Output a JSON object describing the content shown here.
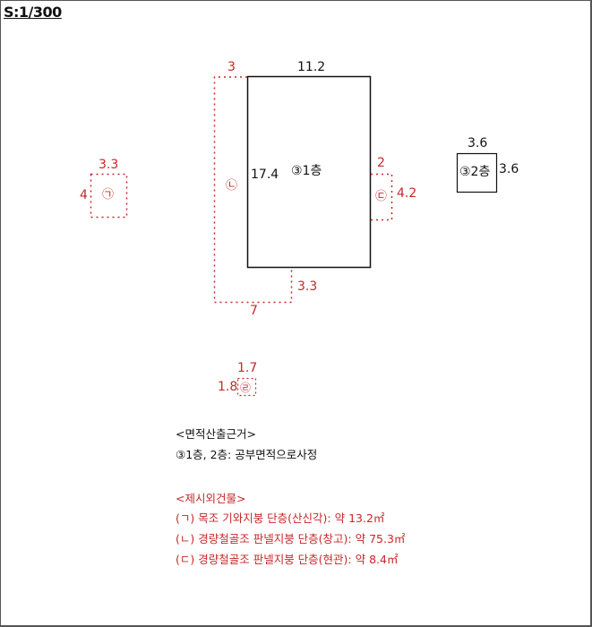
{
  "scale": "S:1/300",
  "colors": {
    "primary": "#111111",
    "annex": "#c62828",
    "frame": "#555555"
  },
  "buildings": {
    "floor1": {
      "label": "③1층",
      "width": "11.2",
      "height": "17.4"
    },
    "floor2": {
      "label": "③2층",
      "width": "3.6",
      "height": "3.6"
    }
  },
  "annexes": {
    "giyeok": {
      "symbol": "㉠",
      "width": "3.3",
      "height": "4"
    },
    "nieun": {
      "symbol": "㉡",
      "top_width": "3",
      "bottom_width": "7",
      "step_height": "3.3"
    },
    "digeut": {
      "symbol": "㉢",
      "width": "2",
      "height": "4.2"
    },
    "rieul": {
      "symbol": "㉣",
      "width": "1.7",
      "height": "1.8"
    }
  },
  "notes": {
    "area_basis_title": "<면적산출근거>",
    "area_basis_text": "③1층,  2층: 공부면적으로사정",
    "annex_title": "<제시외건물>",
    "annex_items": [
      "(ㄱ) 목조 기와지붕 단층(산신각): 약 13.2㎡",
      "(ㄴ) 경량철골조 판넬지붕 단층(창고): 약 75.3㎡",
      "(ㄷ) 경량철골조 판넬지붕 단층(현관): 약 8.4㎡"
    ]
  }
}
